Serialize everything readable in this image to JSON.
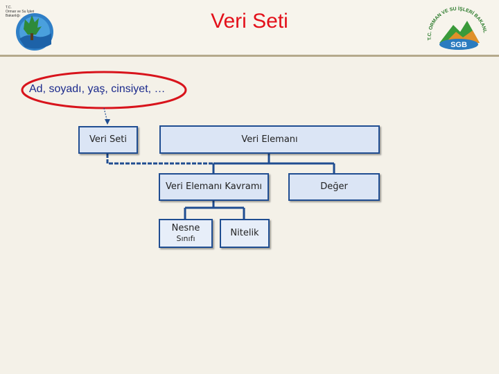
{
  "slide": {
    "title": "Veri Seti",
    "annotation": "Ad, soyadı, yaş, cinsiyet, …"
  },
  "logos": {
    "left": {
      "text_lines": [
        "T.C.",
        "Orman ve Su İşleri",
        "Bakanlığı"
      ]
    },
    "right": {
      "arc_text": "T.C. ORMAN VE SU İŞLERİ BAKANLIĞI",
      "badge_text": "SGB"
    }
  },
  "diagram": {
    "nodes": {
      "veri_seti": "Veri Seti",
      "veri_elemani": "Veri Elemanı",
      "veri_elemani_kavrami": "Veri Elemanı Kavramı",
      "deger": "Değer",
      "nesne_sinifi_line1": "Nesne",
      "nesne_sinifi_line2": "Sınıfı",
      "nitelik": "Nitelik"
    }
  },
  "colors": {
    "title": "#e3101a",
    "annotation_text": "#1b2a8c",
    "annotation_ellipse": "#d8141c",
    "box_fill": "#dbe5f5",
    "box_border": "#1f4d91",
    "connector": "#1f4d91",
    "background": "#f4f1e8"
  }
}
